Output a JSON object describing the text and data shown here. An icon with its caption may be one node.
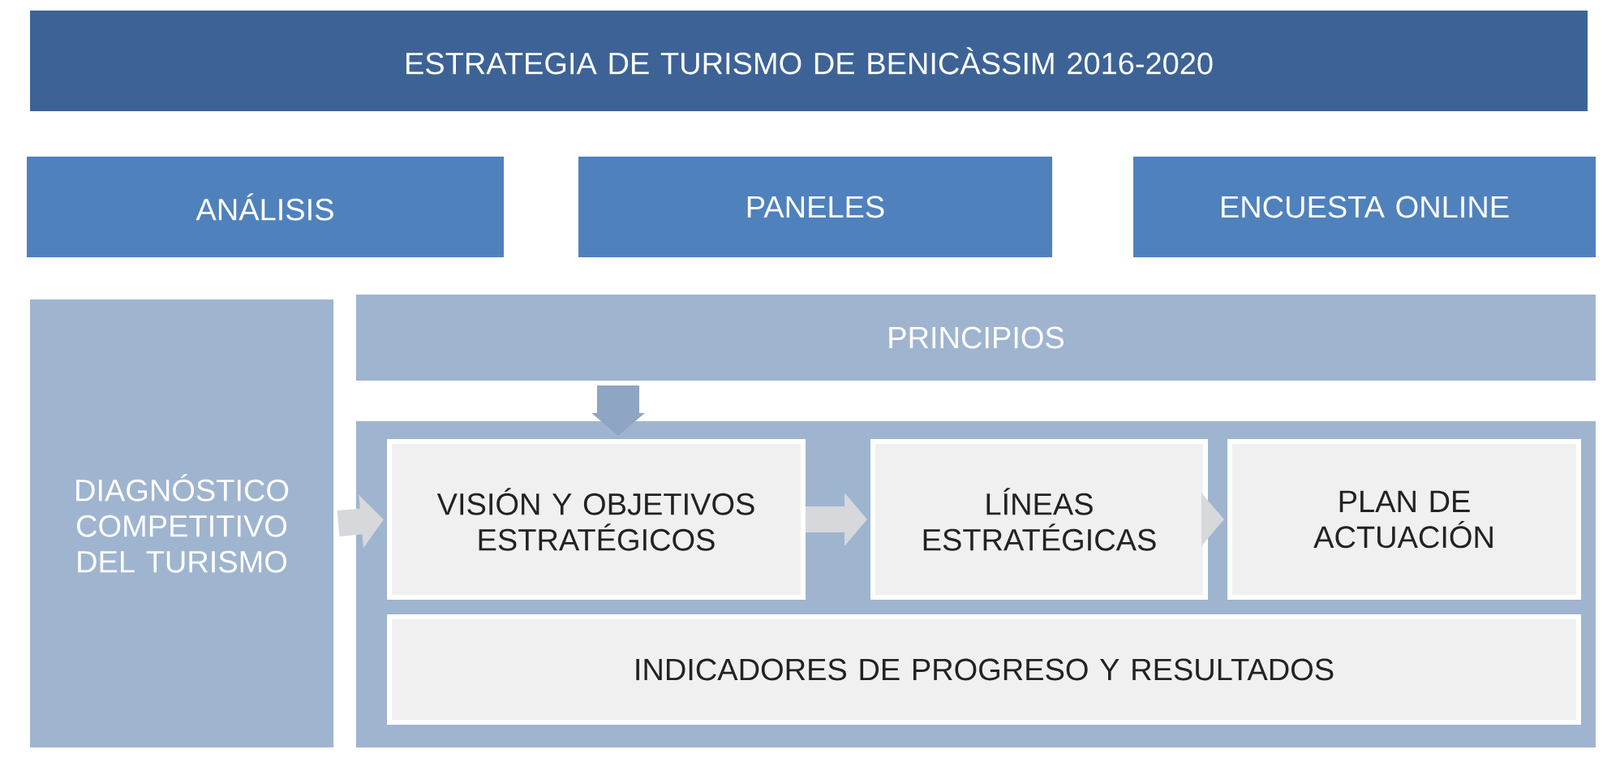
{
  "diagram": {
    "nodes": [
      {
        "text": [
          "ESTRATEGIA DE TURISMO DE BENICÀSSIM 2016-2020"
        ]
      },
      {
        "text": [
          "ANÁLISIS"
        ]
      },
      {
        "text": [
          "PANELES"
        ]
      },
      {
        "text": [
          "ENCUESTA ONLINE"
        ]
      },
      {
        "text": [
          "PRINCIPIOS"
        ]
      },
      {
        "text": [
          "DIAGNÓSTICO COMPETITIVO DEL TURISMO"
        ]
      },
      {
        "text": [],
        "shape": "box"
      },
      {
        "text": [
          "VISIÓN Y OBJETIVOS ESTRATÉGICOS"
        ],
        "in": 6
      },
      {
        "text": [
          "LÍNEAS ESTRATÉGICAS"
        ],
        "in": 6
      },
      {
        "text": [
          "PLAN DE ACTUACIÓN"
        ],
        "in": 6
      },
      {
        "text": [
          "INDICADORES DE PROGRESO Y RESULTADOS"
        ],
        "in": 6
      }
    ],
    "edges": [
      {
        "from": 4,
        "to": 7,
        "arrow": "to"
      },
      {
        "from": 5,
        "to": 7,
        "arrow": "to"
      },
      {
        "from": 7,
        "to": 8,
        "arrow": "to"
      },
      {
        "from": 8,
        "to": 9,
        "arrow": "to"
      }
    ]
  }
}
